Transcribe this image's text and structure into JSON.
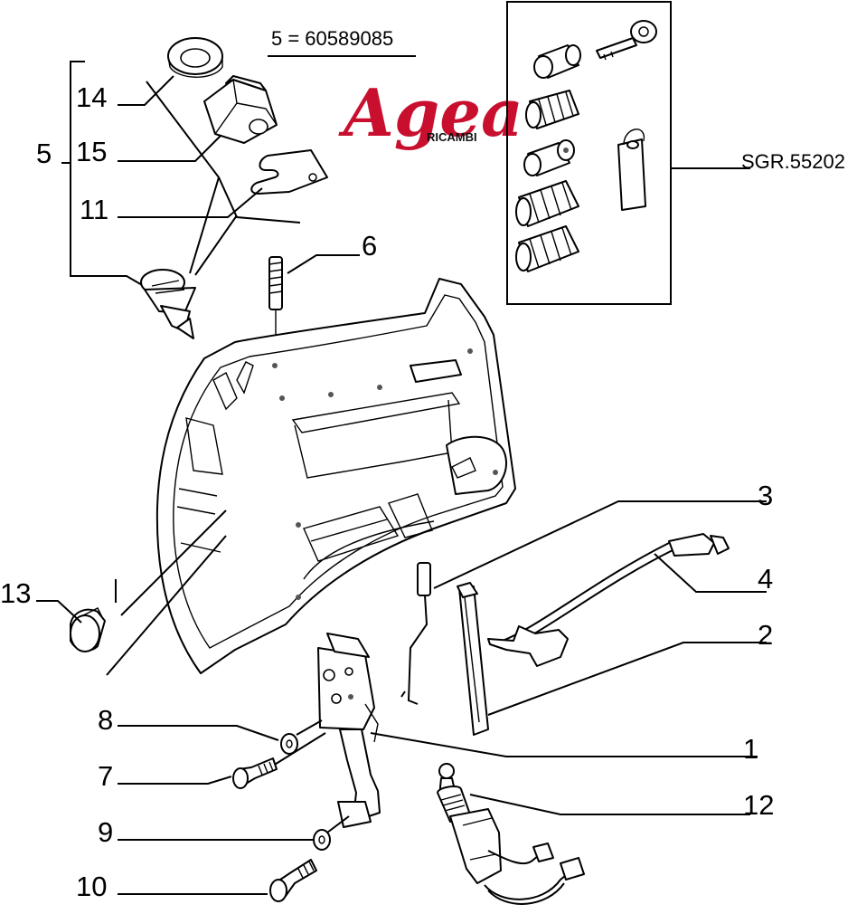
{
  "formula": "5 = 60589085",
  "logo": {
    "name": "Agea",
    "subtitle": "RICAMBI",
    "color": "#c8102e"
  },
  "kit_reference": "SGR.55202",
  "callouts": {
    "c14": "14",
    "c15": "15",
    "c5": "5",
    "c11": "11",
    "c6": "6",
    "c3": "3",
    "c4": "4",
    "c2": "2",
    "c13": "13",
    "c8": "8",
    "c1": "1",
    "c7": "7",
    "c12": "12",
    "c9": "9",
    "c10": "10"
  }
}
